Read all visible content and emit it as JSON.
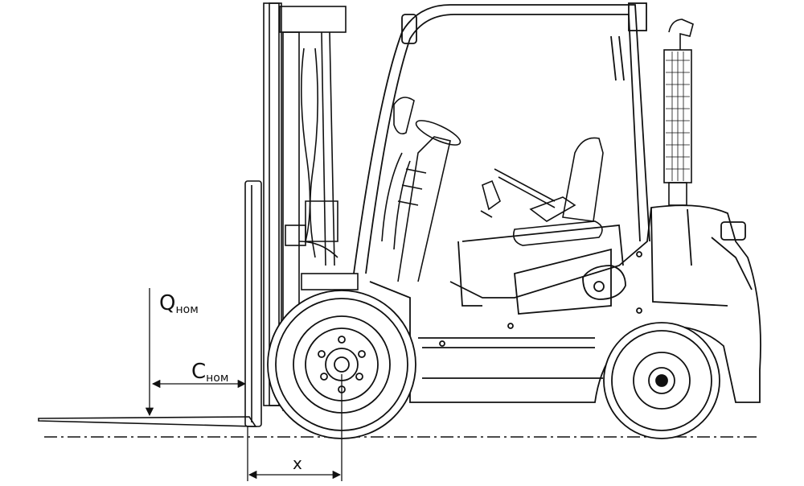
{
  "labels": {
    "q_main": "Q",
    "q_sub": "ном",
    "c_main": "C",
    "c_sub": "ном",
    "x": "x"
  },
  "colors": {
    "line": "#111111",
    "background": "#ffffff"
  }
}
